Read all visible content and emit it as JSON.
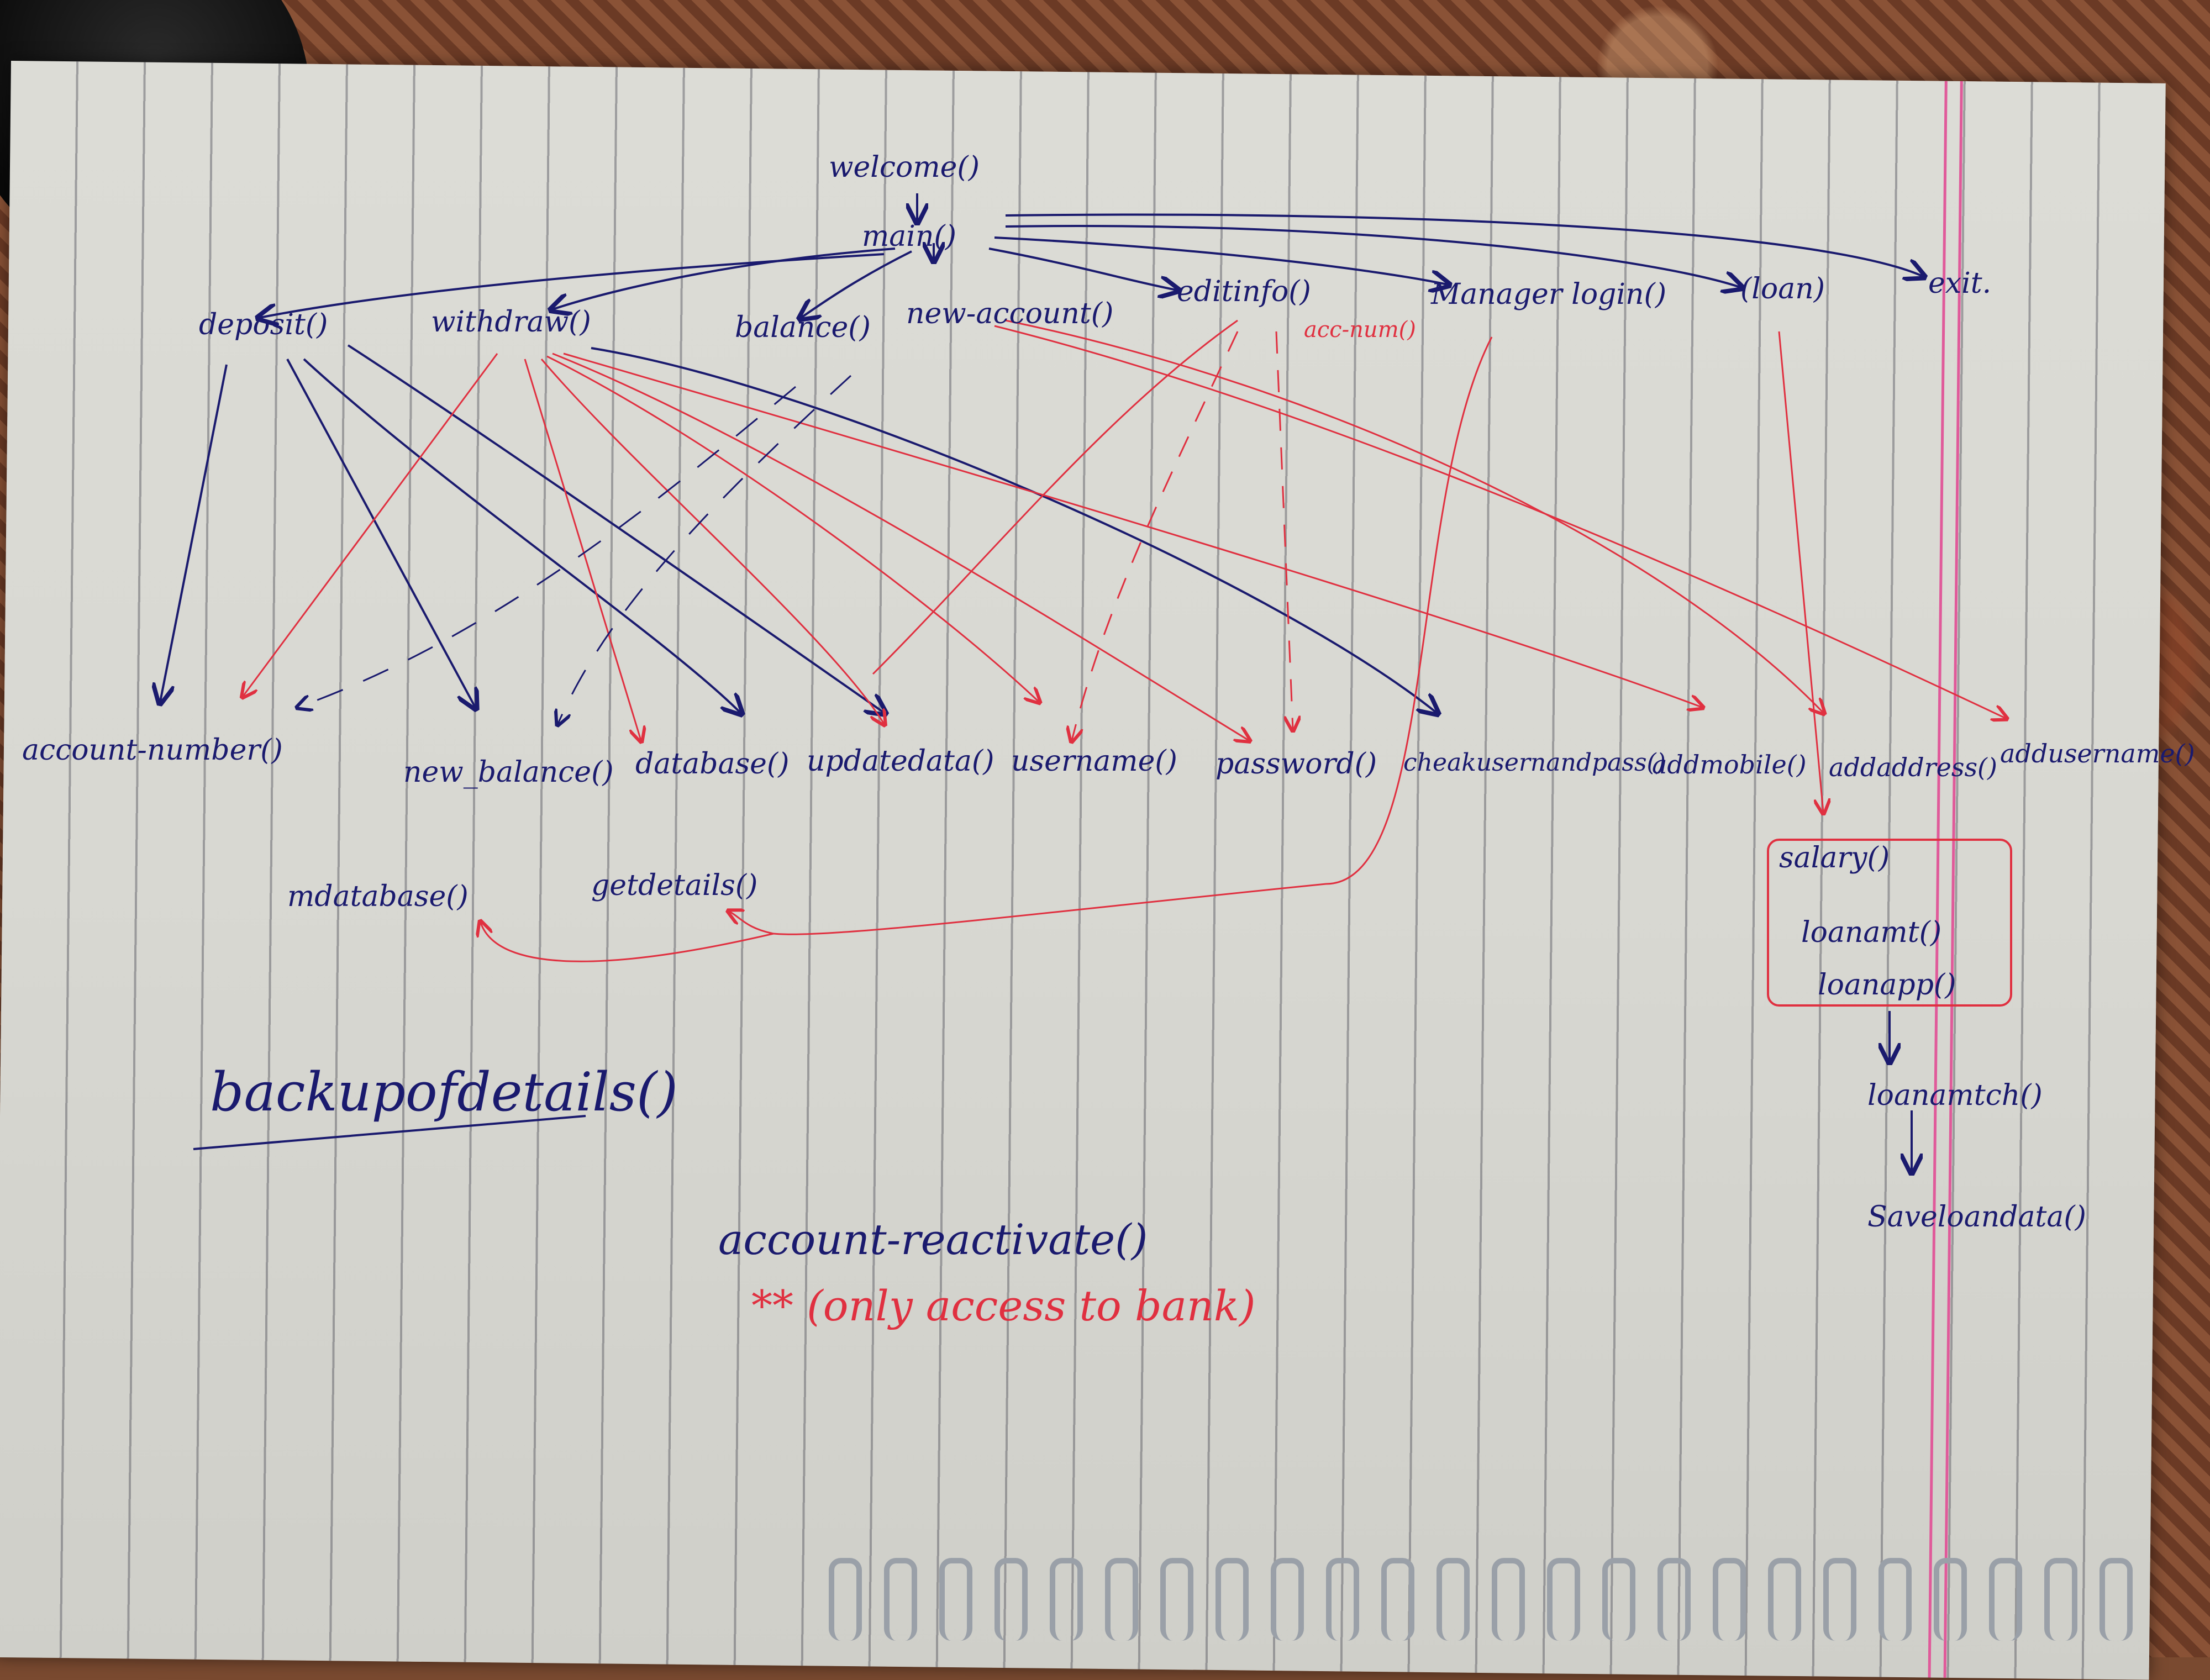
{
  "nodes": {
    "welcome": "welcome()",
    "main": "main()",
    "deposit": "deposit()",
    "withdraw": "withdraw()",
    "balance": "balance()",
    "new_account": "new-account()",
    "editinfo": "editinfo()",
    "acc_num": "acc-num()",
    "manager_login": "Manager login()",
    "loan": "(loan)",
    "exit": "exit.",
    "account_number": "account-number()",
    "new_balance": "new_balance()",
    "database": "database()",
    "updatedata": "updatedata()",
    "username": "username()",
    "password": "password()",
    "checkusernandpass": "cheakusernandpass()",
    "addmobile": "addmobile()",
    "addaddress": "addaddress()",
    "addusername": "addusername()",
    "mdatabase": "mdatabase()",
    "getdetails": "getdetails()",
    "salary": "salary()",
    "loanamt": "loanamt()",
    "loanapp": "loanapp()",
    "loanamtch": "loanamtch()",
    "saveloandata": "Saveloandata()",
    "backup": "backupofdetails()",
    "account_reactivate": "account-reactivate()",
    "reactivate_note": "** (only access to bank)"
  },
  "colors": {
    "ink": "#1a1a6e",
    "red_ink": "#e03040",
    "margin": "#e05a9a"
  }
}
